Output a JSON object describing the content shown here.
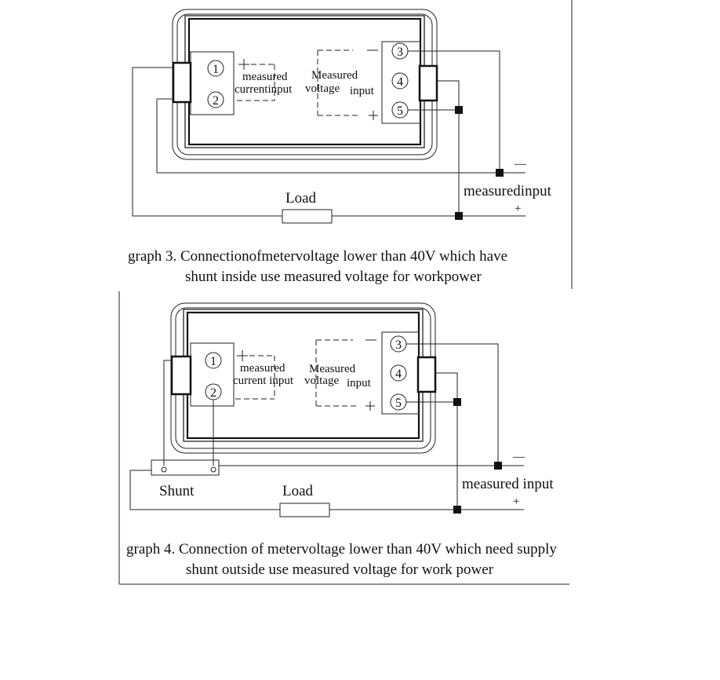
{
  "graph3": {
    "terminals": [
      "1",
      "2",
      "3",
      "4",
      "5"
    ],
    "plus": "+",
    "minus": "—",
    "current_label_1": "measured",
    "current_label_2": "currentinput",
    "voltage_label_1": "Measured",
    "voltage_label_2": "voltage",
    "voltage_label_3": "input",
    "load": "Load",
    "measured_input": "measuredinput",
    "caption_line1": "graph 3. Connectionofmetervoltage lower than 40V which have",
    "caption_line2": "shunt inside use measured voltage for workpower"
  },
  "graph4": {
    "terminals": [
      "1",
      "2",
      "3",
      "4",
      "5"
    ],
    "plus": "+",
    "minus": "—",
    "current_label_1": "measured",
    "current_label_2": "current input",
    "voltage_label_1": "Measured",
    "voltage_label_2": "voltage",
    "voltage_label_3": "input",
    "shunt": "Shunt",
    "load": "Load",
    "measured_input": "measured input",
    "caption_line1": "graph 4. Connection of metervoltage lower than 40V which need supply",
    "caption_line2": "shunt outside use measured voltage for work power"
  }
}
